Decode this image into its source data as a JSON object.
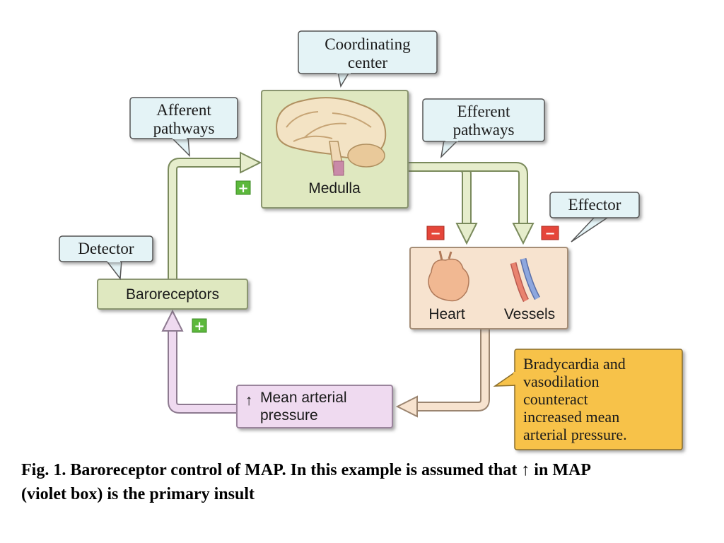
{
  "callouts": {
    "coordinating": [
      "Coordinating",
      "center"
    ],
    "afferent": [
      "Afferent",
      "pathways"
    ],
    "efferent": [
      "Efferent",
      "pathways"
    ],
    "effector": "Effector",
    "detector": "Detector"
  },
  "boxes": {
    "medulla": "Medulla",
    "baroreceptors": "Baroreceptors",
    "heart": "Heart",
    "vessels": "Vessels",
    "map_arrow": "↑",
    "map_line1": "Mean arterial",
    "map_line2": "pressure"
  },
  "signs": {
    "plus": "+",
    "minus": "−"
  },
  "note": [
    "Bradycardia and",
    "vasodilation",
    "counteract",
    "increased mean",
    "arterial pressure."
  ],
  "caption": {
    "line1": "Fig. 1. Baroreceptor control of MAP. In this example is assumed that ↑ in MAP",
    "line2": "(violet box) is the primary insult"
  },
  "colors": {
    "box_green": "#dfe8c0",
    "box_peach": "#f7e3cf",
    "box_violet": "#efdaf0",
    "note_orange": "#f7c24a",
    "callout_blue": "#e4f3f6",
    "plus_green": "#5cb83c",
    "minus_red": "#e5463a"
  }
}
